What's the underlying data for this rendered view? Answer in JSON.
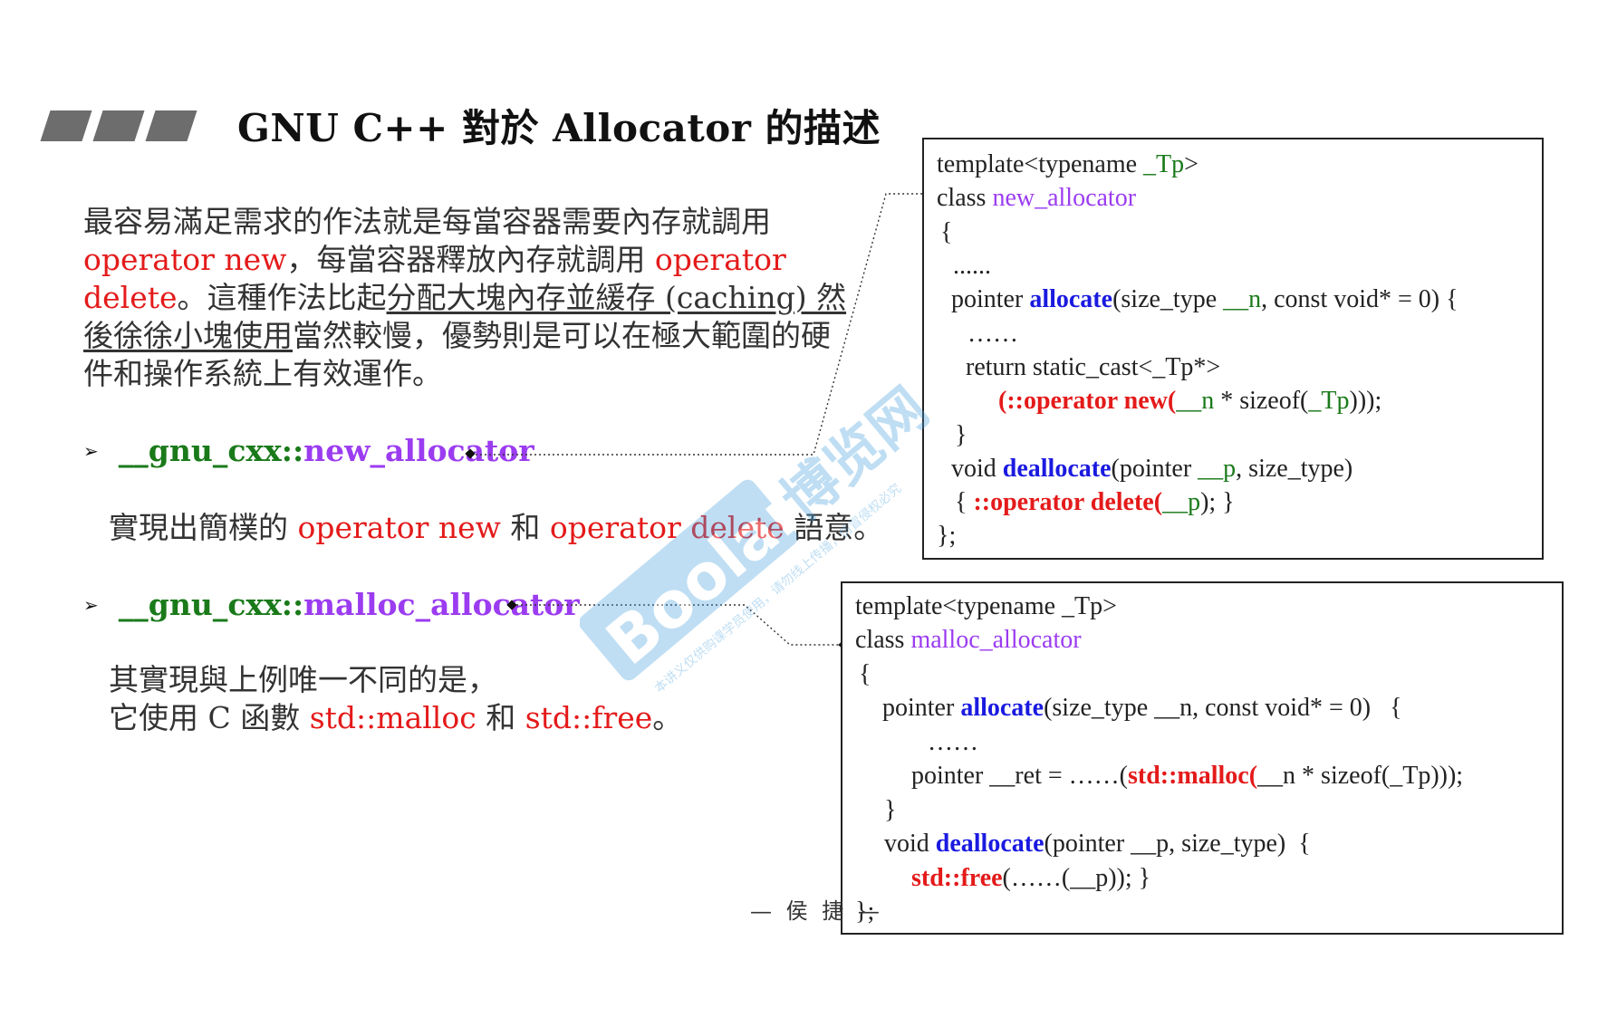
{
  "header": {
    "title": "GNU C++ 對於 Allocator 的描述"
  },
  "intro": {
    "p1": "最容易滿足需求的作法就是每當容器需要內存就調用",
    "op_new": "operator new",
    "p2": "，每當容器釋放內存就調用 ",
    "op_delete": "operator delete",
    "p3": "。這種作法比起",
    "p4_underlined": "分配大塊內存並緩存 (caching) 然後徐徐小塊使用",
    "p5": "當然較慢，優勢則是可以在極大範圍的硬件和操作系統上有效運作。"
  },
  "bullets": [
    {
      "ns": "__gnu_cxx::",
      "name": "new_allocator",
      "desc_prefix": "實現出簡樸的 ",
      "desc_red1": "operator new",
      "desc_mid": " 和 ",
      "desc_red2": "operator delete",
      "desc_suffix": " 語意。"
    },
    {
      "ns": "__gnu_cxx::",
      "name": "malloc_allocator",
      "desc_line1": "其實現與上例唯一不同的是，",
      "desc_prefix": "它使用 C 函數 ",
      "desc_red1": "std::malloc",
      "desc_mid": " 和 ",
      "desc_red2": "std::free",
      "desc_suffix": "。"
    }
  ],
  "code1": {
    "l1a": "template<typename ",
    "l1b": "_Tp",
    "l1c": ">",
    "l2a": "class ",
    "l2b": "new_allocator",
    "l3": "{",
    "l4": "......",
    "l5a": "pointer ",
    "l5b": "allocate",
    "l5c": "(size_type ",
    "l5d": "__n",
    "l5e": ", const void* = 0) {",
    "l6": "……",
    "l7": "return static_cast<_Tp*>",
    "l8a": "(::operator new(",
    "l8b": "__n",
    "l8c": " * sizeof(",
    "l8d": "_Tp",
    "l8e": ")));",
    "l9": "}",
    "l10a": "void ",
    "l10b": "deallocate",
    "l10c": "(pointer ",
    "l10d": "__p",
    "l10e": ", size_type)",
    "l11a": "{ ",
    "l11b": "::operator delete(",
    "l11c": "__p",
    "l11d": "); }",
    "l12": "};"
  },
  "code2": {
    "l1": "template<typename _Tp>",
    "l2a": "class ",
    "l2b": "malloc_allocator",
    "l3": "{",
    "l4a": "pointer ",
    "l4b": "allocate",
    "l4c": "(size_type __n, const void* = 0)   {",
    "l5": "……",
    "l6a": "pointer __ret = ……(",
    "l6b": "std::malloc(",
    "l6c": "__n * sizeof(_Tp)));",
    "l7": "}",
    "l8a": "void ",
    "l8b": "deallocate",
    "l8c": "(pointer __p, size_type)  {",
    "l9a": "std::free",
    "l9b": "(……(__p)); }",
    "l10": "};"
  },
  "author": "— 侯 捷 —",
  "watermark": {
    "brand": "Boolan",
    "cn": "博览网",
    "note": "本讲义仅供购课学员使用，请勿线上传播，仿冒侵权必究"
  },
  "colors": {
    "red": "#e41a1a",
    "green": "#1a7a1a",
    "purple": "#9b3cf0",
    "blue": "#1a1ae0"
  }
}
